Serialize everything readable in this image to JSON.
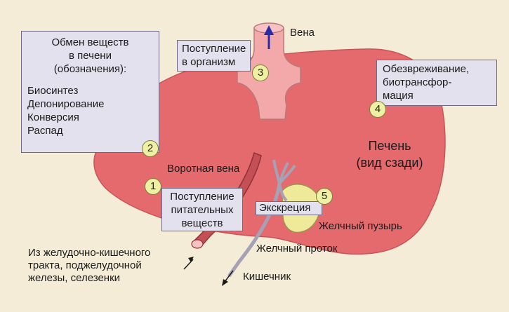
{
  "metabolism_box": {
    "title_lines": [
      "Обмен веществ",
      "в печени",
      "(обозначения):"
    ],
    "items": [
      "Биосинтез",
      "Депонирование",
      "Конверсия",
      "Распад"
    ]
  },
  "vein_label": "Вена",
  "entry_box": {
    "lines": [
      "Поступление",
      "в организм"
    ]
  },
  "detox_box": {
    "lines": [
      "Обезвреживание,",
      "биотрансфор-",
      "мация"
    ]
  },
  "liver_label": {
    "lines": [
      "Печень",
      "(вид сзади)"
    ]
  },
  "portal_vein_label": "Воротная вена",
  "nutrients_box": {
    "lines": [
      "Поступление",
      "питательных",
      "веществ"
    ]
  },
  "excretion_label": "Экскреция",
  "gallbladder_label": "Желчный пузырь",
  "bile_duct_label": "Желчный проток",
  "intestine_label": "Кишечник",
  "source_label": {
    "lines": [
      "Из желудочно-кишечного",
      "тракта, поджелудочной",
      "железы, селезенки"
    ]
  },
  "markers": [
    "1",
    "2",
    "3",
    "4",
    "5"
  ],
  "colors": {
    "background": "#f4ecd7",
    "liver": "#e56a6e",
    "vein": "#f3a9aa",
    "box_fill": "#e4e1ef",
    "marker_fill": "#eef0a4",
    "gallbladder": "#efe99a",
    "arrow": "#2b2ba8"
  }
}
